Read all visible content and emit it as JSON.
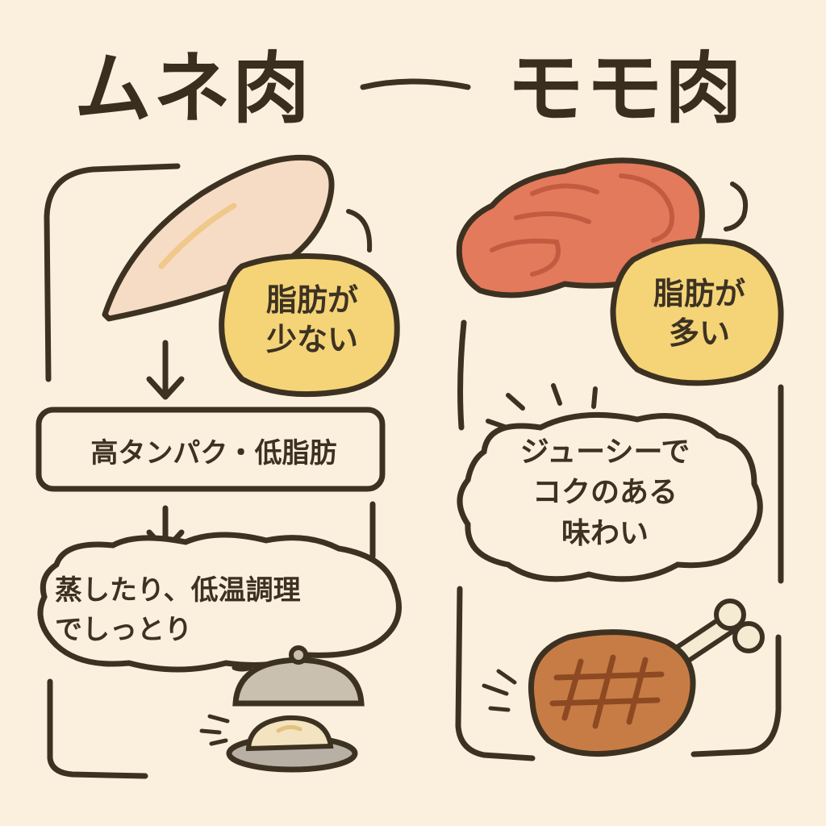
{
  "title": {
    "left": "ムネ肉",
    "right": "モモ肉"
  },
  "breast": {
    "fat_badge": [
      "脂肪が",
      "少ない"
    ],
    "box_label": "高タンパク・低脂肪",
    "cloud_text": [
      "蒸したり、低温調理",
      "でしっとり"
    ]
  },
  "thigh": {
    "fat_badge": [
      "脂肪が",
      "多い"
    ],
    "cloud_text": [
      "ジューシーで",
      "コクのある",
      "味わい"
    ]
  },
  "colors": {
    "background": "#fbf0de",
    "outline": "#3d3222",
    "badge_fill": "#f4d477",
    "breast_meat": "#f6dcc4",
    "thigh_meat": "#e37a5c",
    "drumstick": "#c87c45"
  }
}
